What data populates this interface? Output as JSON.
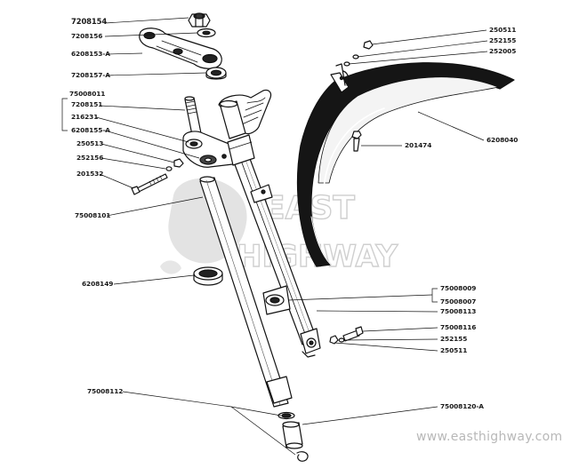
{
  "watermark": {
    "logo_line1": "EAST",
    "logo_line2": "HIGHWAY",
    "url": "www.easthighway.com"
  },
  "labels": {
    "p7208154": "7208154",
    "p7208156": "7208156",
    "p6208153A": "6208153-A",
    "p7208157A": "7208157-A",
    "p75008011": "75008011",
    "p7208151": "7208151",
    "p216231": "216231",
    "p6208155A": "6208155-A",
    "p250513": "250513",
    "p252156": "252156",
    "p201532": "201532",
    "p75008101": "75008101",
    "p6208149": "6208149",
    "p75008112": "75008112",
    "p250511_top": "250511",
    "p252155_top": "252155",
    "p252005": "252005",
    "p201474": "201474",
    "p6208040": "6208040",
    "p75008009": "75008009",
    "p75008007": "75008007",
    "p75008113": "75008113",
    "p75008116": "75008116",
    "p252155_bot": "252155",
    "p250511_bot": "250511",
    "p75008120A": "75008120-A"
  }
}
